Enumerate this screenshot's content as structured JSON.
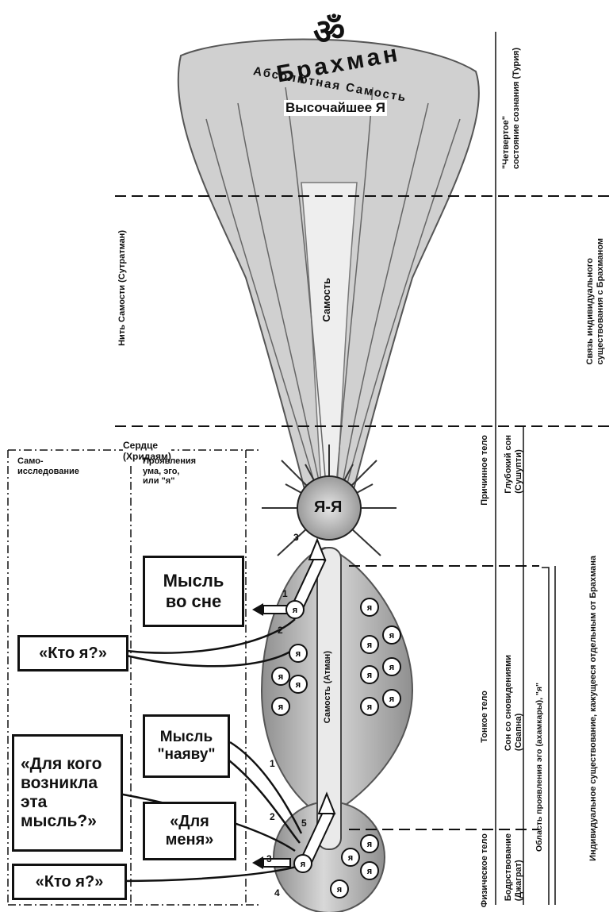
{
  "top": {
    "om": "ॐ",
    "brahman": "Брахман",
    "absolute_self": "Абсолютная Самость",
    "highest_self": "Высочайшее Я"
  },
  "center": {
    "self_label": "Самость",
    "heart_circle": "Я-Я",
    "self_atman": "Самость (Атман)",
    "ego_marker": "я"
  },
  "left_labels": {
    "thread_of_self": "Нить Самости (Сутратман)",
    "heart": "Сердце\n(Хридаям)"
  },
  "table": {
    "col1_header": "Само-\nисследование",
    "col2_header": "Проявления\nума, эго,\nили \"я\""
  },
  "boxes": {
    "thought_dream": "Мысль\nво сне",
    "who_am_i_1": "«Кто я?»",
    "thought_waking": "Мысль\n\"наяву\"",
    "for_whom": "«Для кого\nвозникла\nэта\nмысль?»",
    "for_me": "«Для\nменя»",
    "who_am_i_2": "«Кто я?»"
  },
  "numbers": [
    "1",
    "2",
    "3",
    "1",
    "2",
    "3",
    "4",
    "5"
  ],
  "right_labels": {
    "turiya": "\"Четвертое\"\nсостояние сознания (Турия)",
    "link": "Связь индивидуального\nсуществования с Брахманом",
    "causal_body": "Причинное тело",
    "deep_sleep": "Глубокий сон\n(Сушупти)",
    "subtle_body": "Тонкое тело",
    "dream_sleep": "Сон со сновидениями\n(Свапна)",
    "physical_body": "Физическое тело",
    "waking": "Бодрствование\n(Джаграт)",
    "ego_region": "Область проявления эго (ахамкары), \"я\"",
    "individual": "Индивидуальное существование, кажущееся отдельным от Брахмана"
  }
}
